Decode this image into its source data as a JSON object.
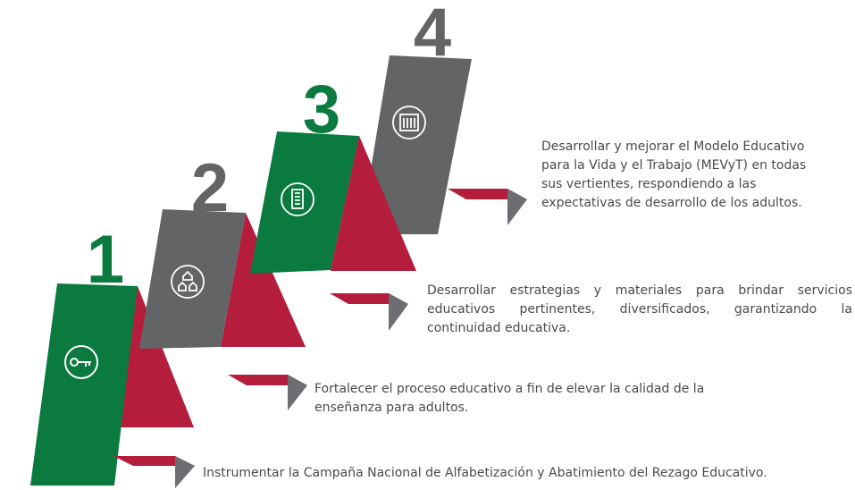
{
  "colors": {
    "green": "#0b7a3e",
    "gray": "#636466",
    "red": "#b41d3b",
    "arrow_gray": "#6d6e71",
    "text": "#4a4a4a"
  },
  "steps": [
    {
      "number": "1",
      "icon": "key-icon",
      "color": "green",
      "text_lines": [
        "Instrumentar la Campaña Nacional de Alfabetización y Abatimiento del Rezago Educativo."
      ]
    },
    {
      "number": "2",
      "icon": "houses-icon",
      "color": "gray",
      "text_lines": [
        "Fortalecer el proceso educativo a fin de elevar la calidad de la",
        "enseñanza para adultos."
      ]
    },
    {
      "number": "3",
      "icon": "building-icon",
      "color": "green",
      "text_lines": [
        "Desarrollar estrategias y materiales para brindar servicios",
        "educativos pertinentes, diversificados, garantizando la",
        "continuidad educativa."
      ]
    },
    {
      "number": "4",
      "icon": "office-building-icon",
      "color": "gray",
      "text_lines": [
        "Desarrollar y mejorar el Modelo Educativo",
        "para la Vida y el Trabajo (MEVyT) en todas",
        "sus vertientes, respondiendo a las",
        "expectativas de desarrollo de los adultos."
      ]
    }
  ]
}
